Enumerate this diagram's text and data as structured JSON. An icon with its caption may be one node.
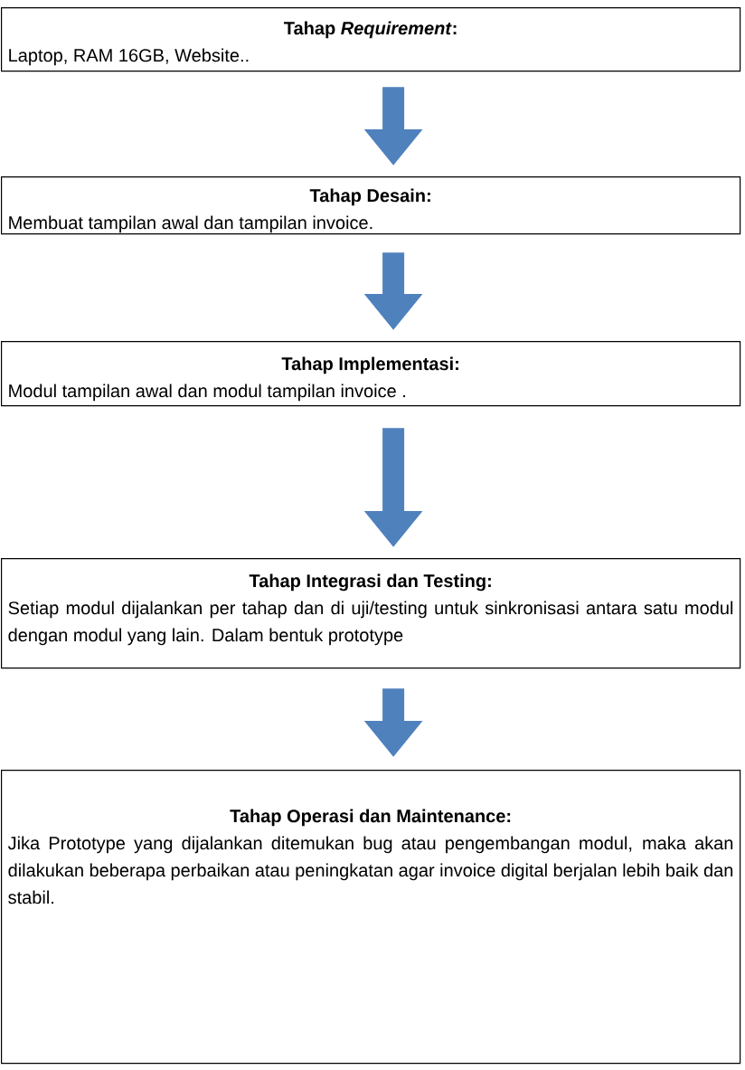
{
  "diagram": {
    "nodes": [
      {
        "text": [
          "Tahap *Requirement*:",
          "Laptop, RAM 16GB, Website.."
        ]
      },
      {
        "text": [
          "Tahap Desain:",
          "Membuat tampilan awal dan tampilan invoice."
        ]
      },
      {
        "text": [
          "Tahap Implementasi:",
          "Modul tampilan awal dan modul tampilan invoice ."
        ]
      },
      {
        "text": [
          "Tahap Integrasi dan Testing:",
          "Setiap modul dijalankan per tahap dan di uji/testing untuk sinkronisasi antara satu modul dengan modul yang lain. Dalam bentuk prototype"
        ]
      },
      {
        "text": [
          "Tahap Operasi dan Maintenance:",
          "Jika Prototype yang dijalankan ditemukan bug atau pengembangan modul, maka akan dilakukan beberapa perbaikan atau peningkatan agar invoice digital berjalan lebih baik dan stabil."
        ]
      }
    ],
    "edges": [
      {
        "from": 0,
        "to": 1,
        "arrow": "to"
      },
      {
        "from": 1,
        "to": 2,
        "arrow": "to"
      },
      {
        "from": 2,
        "to": 3,
        "arrow": "to"
      },
      {
        "from": 3,
        "to": 4,
        "arrow": "to"
      }
    ]
  }
}
